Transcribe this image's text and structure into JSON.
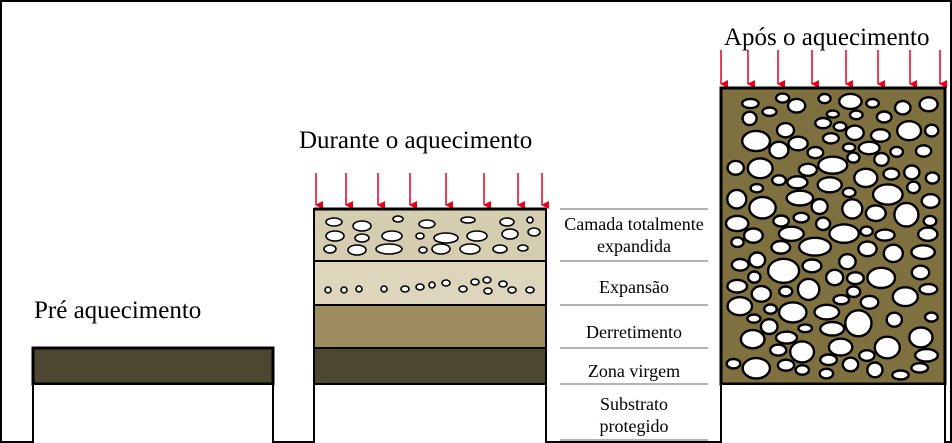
{
  "stages": {
    "pre": {
      "title": "Pré aquecimento"
    },
    "during": {
      "title": "Durante o aquecimento"
    },
    "after": {
      "title": "Após o aquecimento"
    }
  },
  "layers": {
    "expanded": [
      "Camada totalmente",
      "expandida"
    ],
    "expansion": "Expansão",
    "melting": "Derretimento",
    "virgin": "Zona virgem",
    "substrate": [
      "Substrato",
      "protegido"
    ]
  },
  "colors": {
    "arrow": "#e8001c",
    "virgin_layer": "#4d4630",
    "melt_layer": "#9c8c60",
    "expanding_layer": "#d5cdb0",
    "expanded_layer": "#d8d2b8",
    "char_layer": "#7f7040",
    "outline": "#000000",
    "leader_line": "#888888"
  }
}
